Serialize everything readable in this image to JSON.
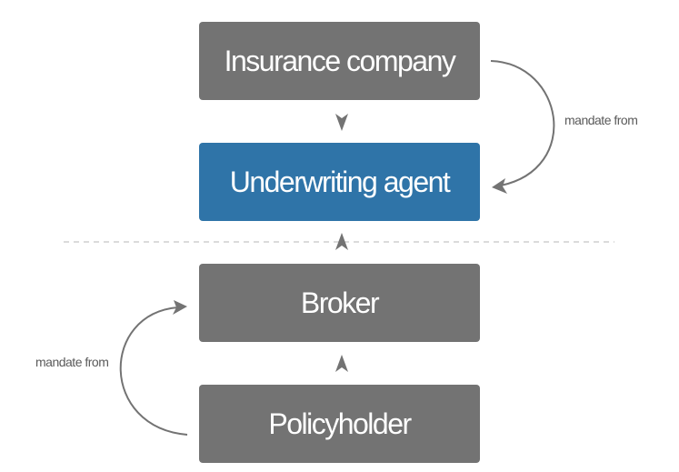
{
  "nodes": {
    "insurance_company": "Insurance company",
    "underwriting_agent": "Underwriting agent",
    "broker": "Broker",
    "policyholder": "Policyholder"
  },
  "edges": {
    "right_label": "mandate from",
    "left_label": "mandate from"
  },
  "colors": {
    "node_gray": "#737373",
    "node_accent": "#2f74a8",
    "arrow": "#737373",
    "divider": "#cfcfcf",
    "label_text": "#5a5a5a"
  }
}
